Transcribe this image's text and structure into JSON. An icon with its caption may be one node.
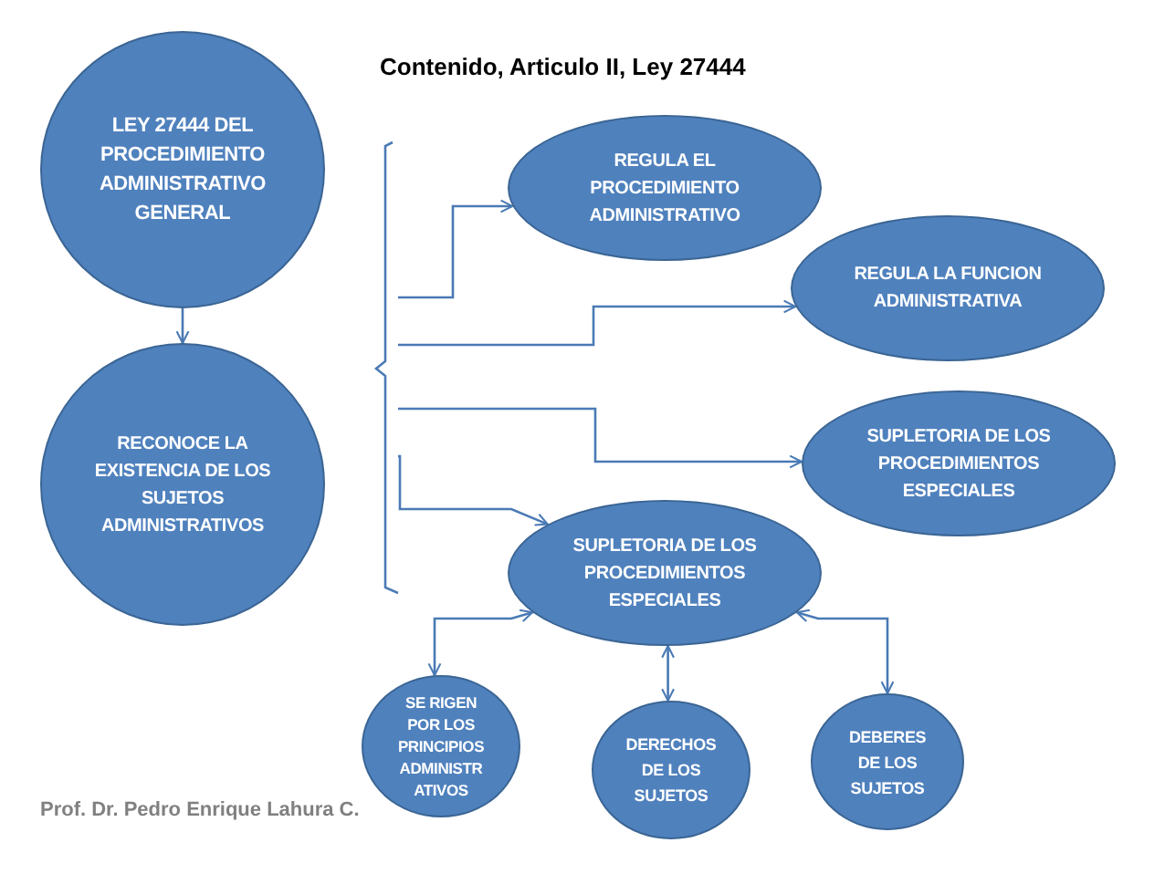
{
  "diagram": {
    "title": "Contenido, Articulo II, Ley 27444",
    "nodes": [
      {
        "text": [
          "LEY 27444 DEL PROCEDIMIENTO ADMINISTRATIVO GENERAL"
        ]
      },
      {
        "text": [
          "RECONOCE LA EXISTENCIA DE LOS SUJETOS ADMINISTRATIVOS"
        ]
      },
      {
        "text": [],
        "shape": "bracket"
      },
      {
        "text": [
          "REGULA EL PROCEDIMIENTO ADMINISTRATIVO"
        ]
      },
      {
        "text": [
          "REGULA LA FUNCION ADMINISTRATIVA"
        ]
      },
      {
        "text": [
          "SUPLETORIA DE LOS PROCEDIMIENTOS ESPECIALES"
        ]
      },
      {
        "text": [
          "SUPLETORIA DE LOS PROCEDIMIENTOS ESPECIALES"
        ]
      },
      {
        "text": [
          "SE RIGEN POR LOS PRINCIPIOS ADMINISTR ATIVOS"
        ]
      },
      {
        "text": [
          "DERECHOS DE LOS SUJETOS"
        ]
      },
      {
        "text": [
          "DEBERES DE LOS SUJETOS"
        ]
      }
    ],
    "edges": [
      {
        "from": 0,
        "to": 1,
        "arrow": "to"
      },
      {
        "from": 2,
        "to": 3,
        "arrow": "to"
      },
      {
        "from": 2,
        "to": 4,
        "arrow": "to"
      },
      {
        "from": 2,
        "to": 5,
        "arrow": "to"
      },
      {
        "from": 2,
        "to": 6,
        "arrow": "to"
      },
      {
        "from": 6,
        "to": 7,
        "arrow": "both"
      },
      {
        "from": 6,
        "to": 8,
        "arrow": "both"
      },
      {
        "from": 6,
        "to": 9,
        "arrow": "both"
      }
    ],
    "labels": [
      "Prof. Dr. Pedro Enrique Lahura C."
    ]
  }
}
